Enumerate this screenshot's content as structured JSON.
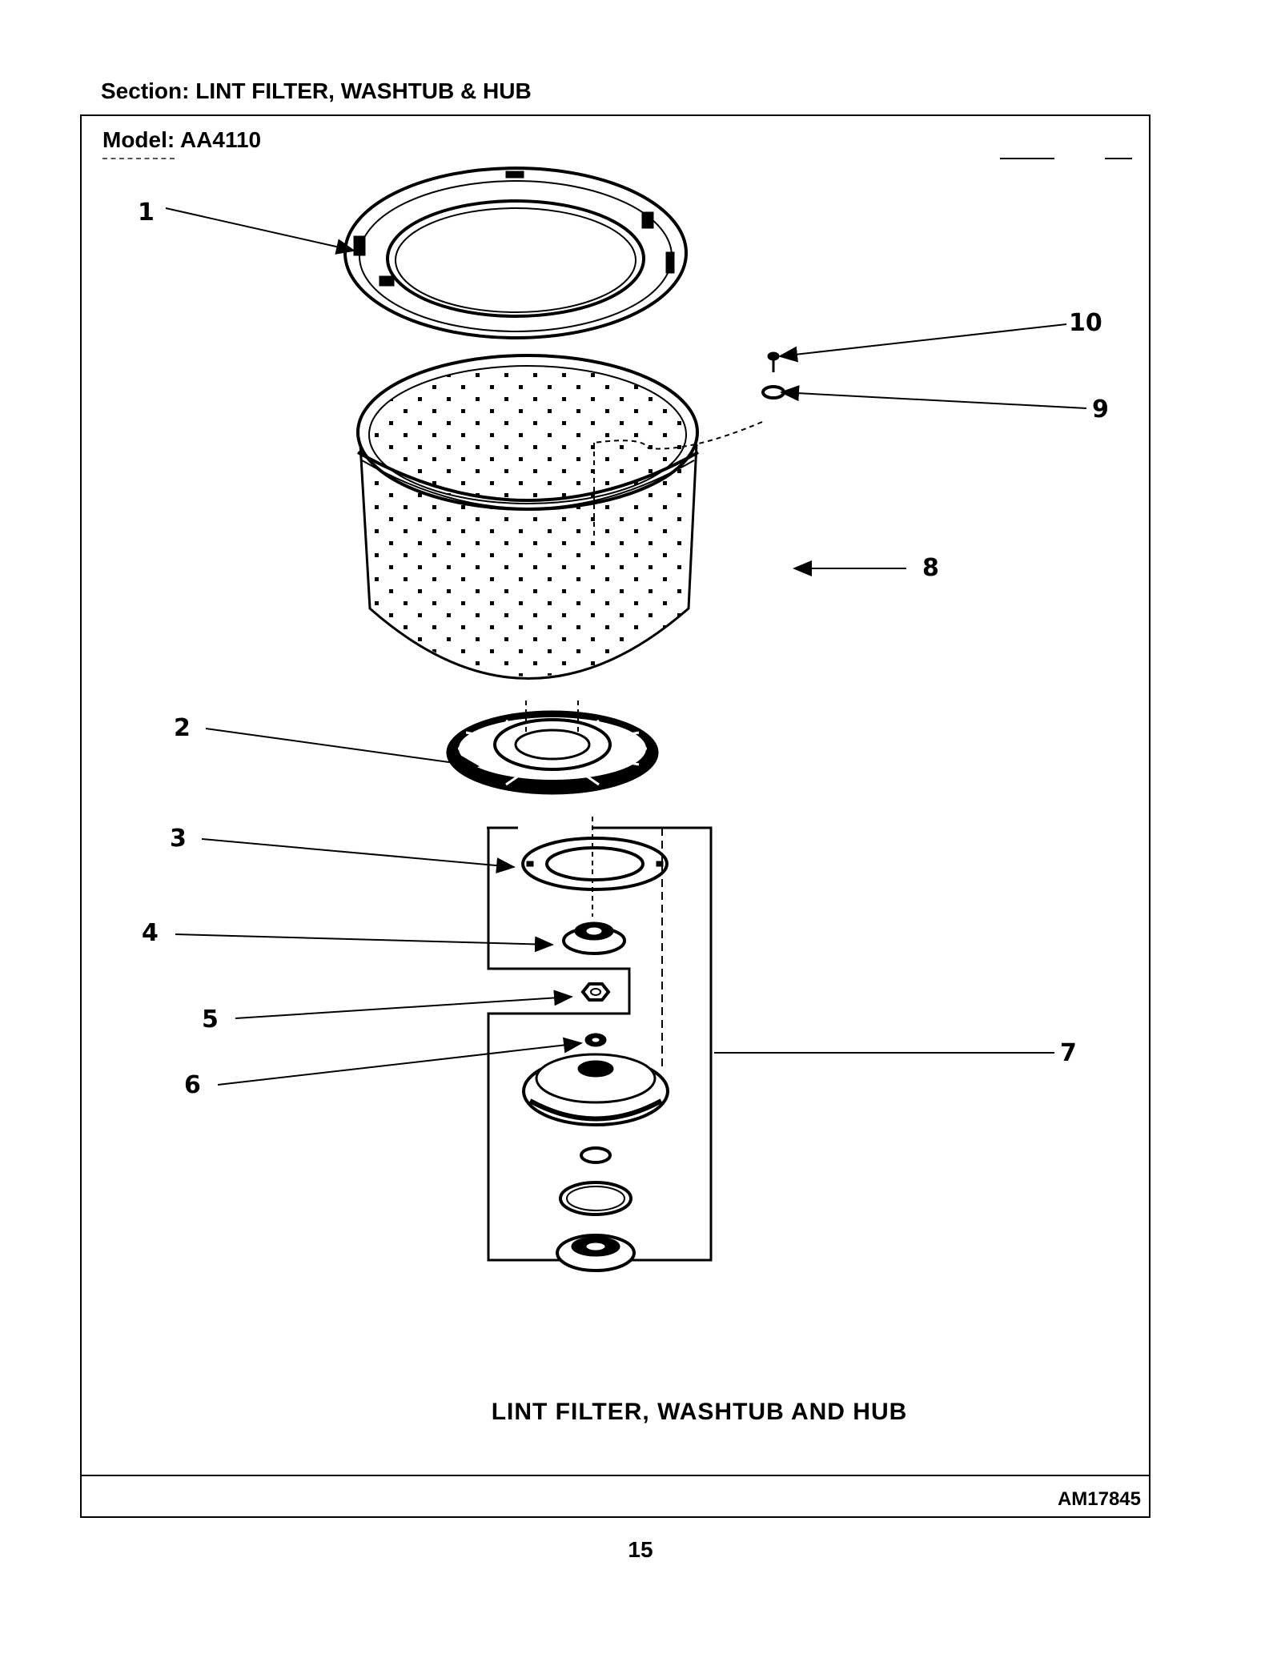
{
  "header": {
    "section_title": "Section:  LINT FILTER, WASHTUB & HUB"
  },
  "frame": {
    "model_label": "Model:  AA4110",
    "diagram_title": "LINT FILTER, WASHTUB AND HUB",
    "footer_code": "AM17845"
  },
  "diagram": {
    "callouts": [
      "1",
      "2",
      "3",
      "4",
      "5",
      "6",
      "7",
      "8",
      "9",
      "10"
    ]
  },
  "footer": {
    "page_number": "15"
  }
}
